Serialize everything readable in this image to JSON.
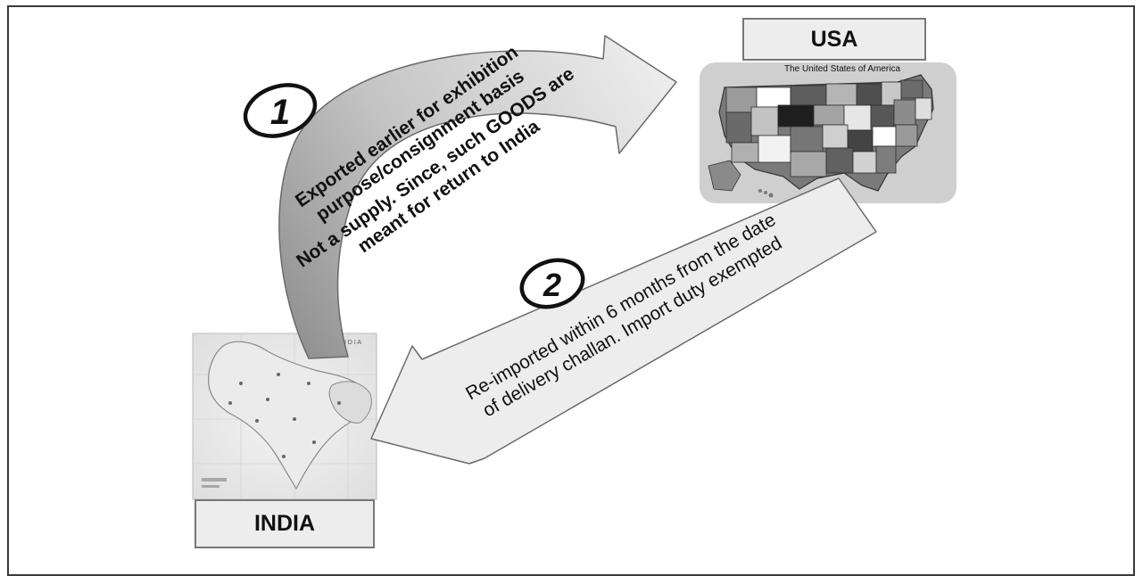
{
  "labels": {
    "usa": "USA",
    "india": "INDIA"
  },
  "usa_map": {
    "title": "The United States of America"
  },
  "india_map": {
    "title": "I N D I A"
  },
  "step1": {
    "badge": "1",
    "lines": [
      "Exported earlier for exhibition",
      "purpose/consignment basis",
      "Not a supply. Since, such GOODS are",
      "meant for return to India"
    ]
  },
  "step2": {
    "badge": "2",
    "lines": [
      "Re-imported within 6 months from the date",
      "of delivery challan. Import duty exempted"
    ]
  },
  "colors": {
    "arrow1_dark": "#9a9a9a",
    "arrow1_light": "#e8e8e8",
    "arrow2_fill": "#ececec",
    "map_bg": "#cfcfcf"
  }
}
